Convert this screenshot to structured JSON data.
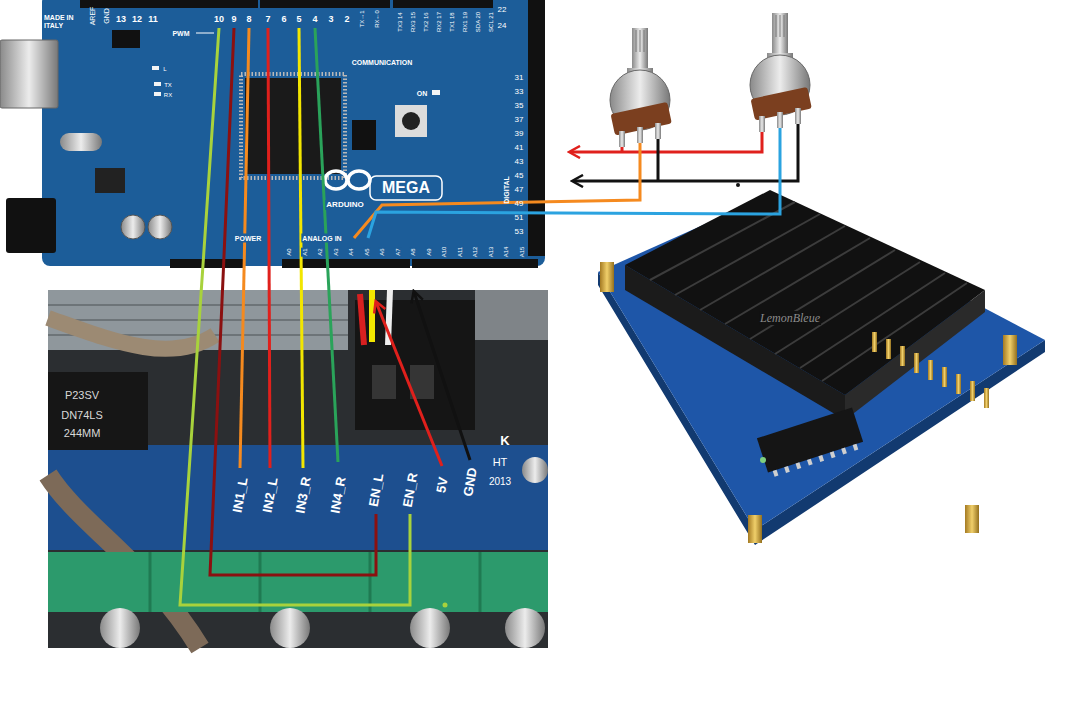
{
  "diagram": {
    "labels": [
      "MADE IN ITALY",
      "AREF",
      "GND",
      "13",
      "12",
      "11",
      "10",
      "9",
      "8",
      "PWM",
      "7",
      "6",
      "5",
      "4",
      "3",
      "2",
      "TX→1",
      "RX←0",
      "COMMUNICATION",
      "TX3 14",
      "RX3 15",
      "TX2 16",
      "RX2 17",
      "TX1 18",
      "RX1 19",
      "SDA 20",
      "SCL 21",
      "22",
      "24",
      "31",
      "33",
      "35",
      "37",
      "39",
      "41",
      "43",
      "45",
      "47",
      "49",
      "51",
      "53",
      "TX",
      "RX",
      "L",
      "ON",
      "MEGA",
      "ARDUINO",
      "POWER",
      "ANALOG IN",
      "DIGITAL",
      "A0",
      "A1",
      "A2",
      "A3",
      "A4",
      "A5",
      "A6",
      "A7",
      "A8",
      "A9",
      "A10",
      "A11",
      "A12",
      "A13",
      "A14",
      "A15",
      "P23SV",
      "DN74LS",
      "244MM",
      "IN1_L",
      "IN2_L",
      "IN3_R",
      "IN4_R",
      "EN_L",
      "EN_R",
      "5V",
      "GND",
      "HT",
      "2013",
      "K",
      "LemonBleue"
    ]
  }
}
